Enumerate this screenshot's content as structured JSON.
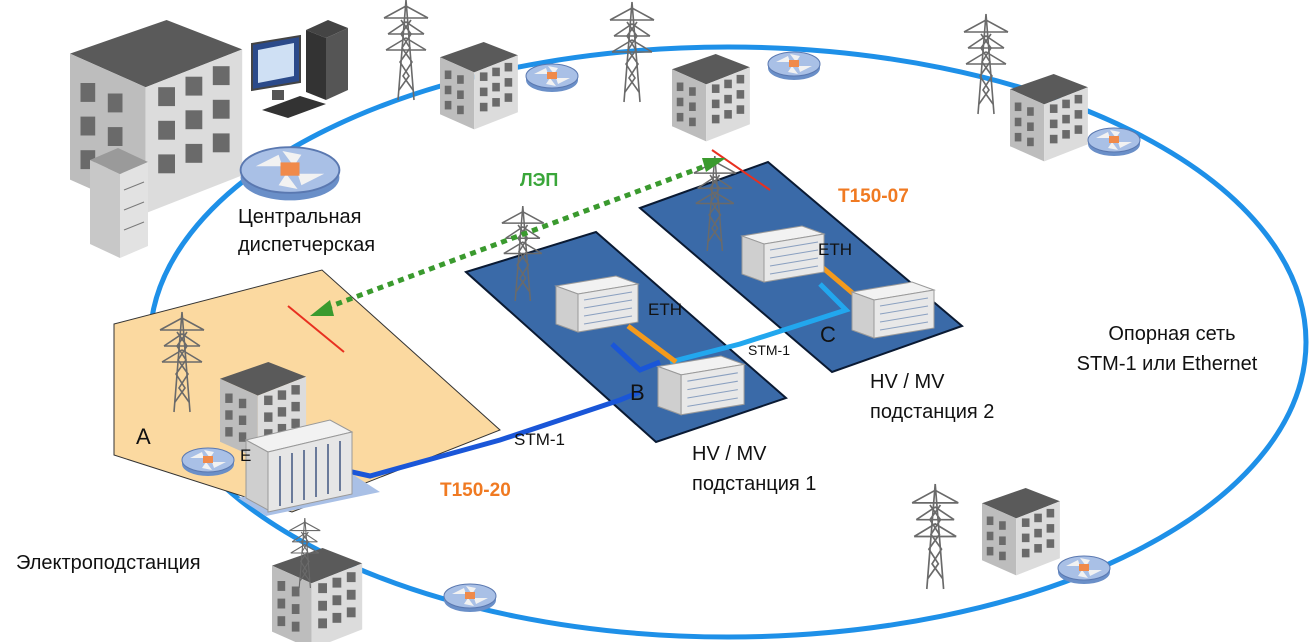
{
  "labels": {
    "central_dispatch_line1": "Центральная",
    "central_dispatch_line2": "диспетчерская",
    "lep": "ЛЭП",
    "t150_07": "T150-07",
    "t150_20": "T150-20",
    "eth_b": "ETH",
    "eth_c": "ETH",
    "eth_a_partial": "E",
    "stm_bc": "STM-1",
    "stm_ab": "STM-1",
    "letter_a": "A",
    "letter_b": "B",
    "letter_c": "C",
    "backbone_line1": "Опорная сеть",
    "backbone_line2": "STM-1 или Ethernet",
    "sub1_line1": "HV / MV",
    "sub1_line2": "подстанция 1",
    "sub2_line1": "HV / MV",
    "sub2_line2": "подстанция 2",
    "electro_substation": "Электроподстанция"
  },
  "colors": {
    "ring": "#1e90e8",
    "panel": "#3a6aa8",
    "panel_edge": "#0a1a33",
    "substation_area": "#fbd9a0",
    "link_dark_blue": "#1a56d8",
    "link_light_blue": "#22a7ee",
    "eth_link": "#f49a1c",
    "lep_arrow": "#3a9a2e",
    "accent_orange": "#f07a22",
    "building_roof": "#5a5a5a",
    "building_wall": "#d8d8d8"
  },
  "icons": [
    "building-icon",
    "pylon-icon",
    "router-icon",
    "computer-icon",
    "server-rack-icon",
    "equipment-rack-icon"
  ]
}
